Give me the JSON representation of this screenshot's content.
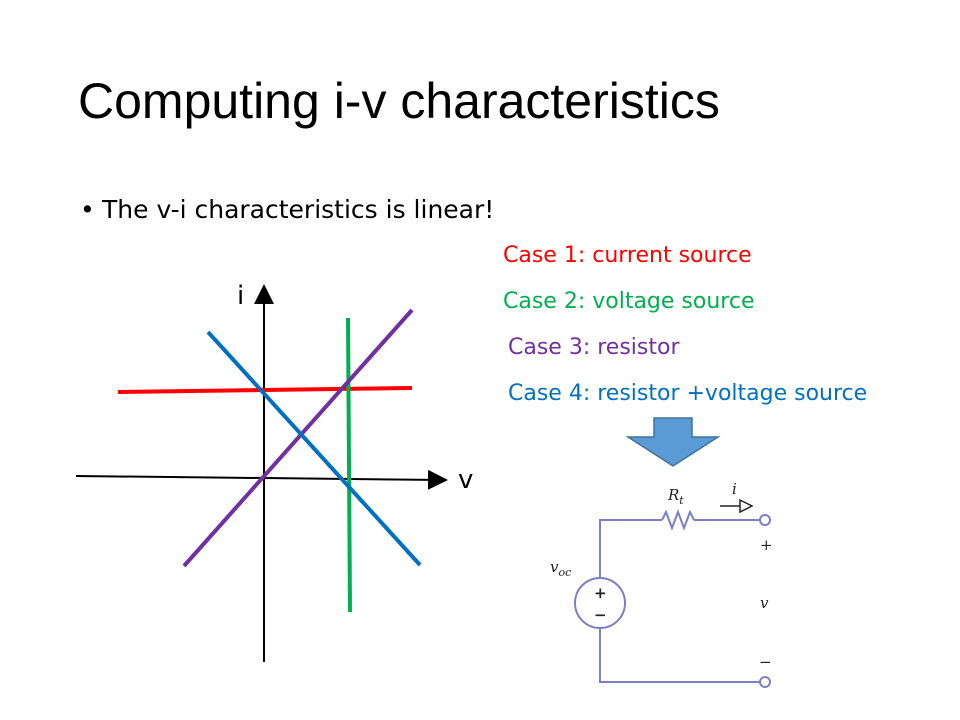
{
  "slide": {
    "title": "Computing i-v characteristics",
    "bullet": "The v-i characteristics is linear!"
  },
  "cases": [
    {
      "label": "Case 1: current source",
      "color": "#ff0000"
    },
    {
      "label": "Case 2: voltage source",
      "color": "#00b050"
    },
    {
      "label": "Case 3: resistor",
      "color": "#7030a0"
    },
    {
      "label": "Case 4: resistor +voltage source",
      "color": "#0070c0"
    }
  ],
  "graph": {
    "x_axis_label": "v",
    "y_axis_label": "i",
    "line_colors": {
      "current_source": "#ff0000",
      "voltage_source": "#00b050",
      "resistor": "#7030a0",
      "resistor_voltage_source": "#0070c0"
    }
  },
  "circuit": {
    "resistor_label": "R",
    "resistor_subscript": "t",
    "current_label": "i",
    "source_label": "v",
    "source_subscript": "oc",
    "plus_terminal": "+",
    "minus_terminal": "−",
    "voltage_label": "v",
    "source_plus": "+",
    "source_minus": "−",
    "wire_color": "#7b7fc4"
  },
  "arrow_color": "#5b9bd5"
}
